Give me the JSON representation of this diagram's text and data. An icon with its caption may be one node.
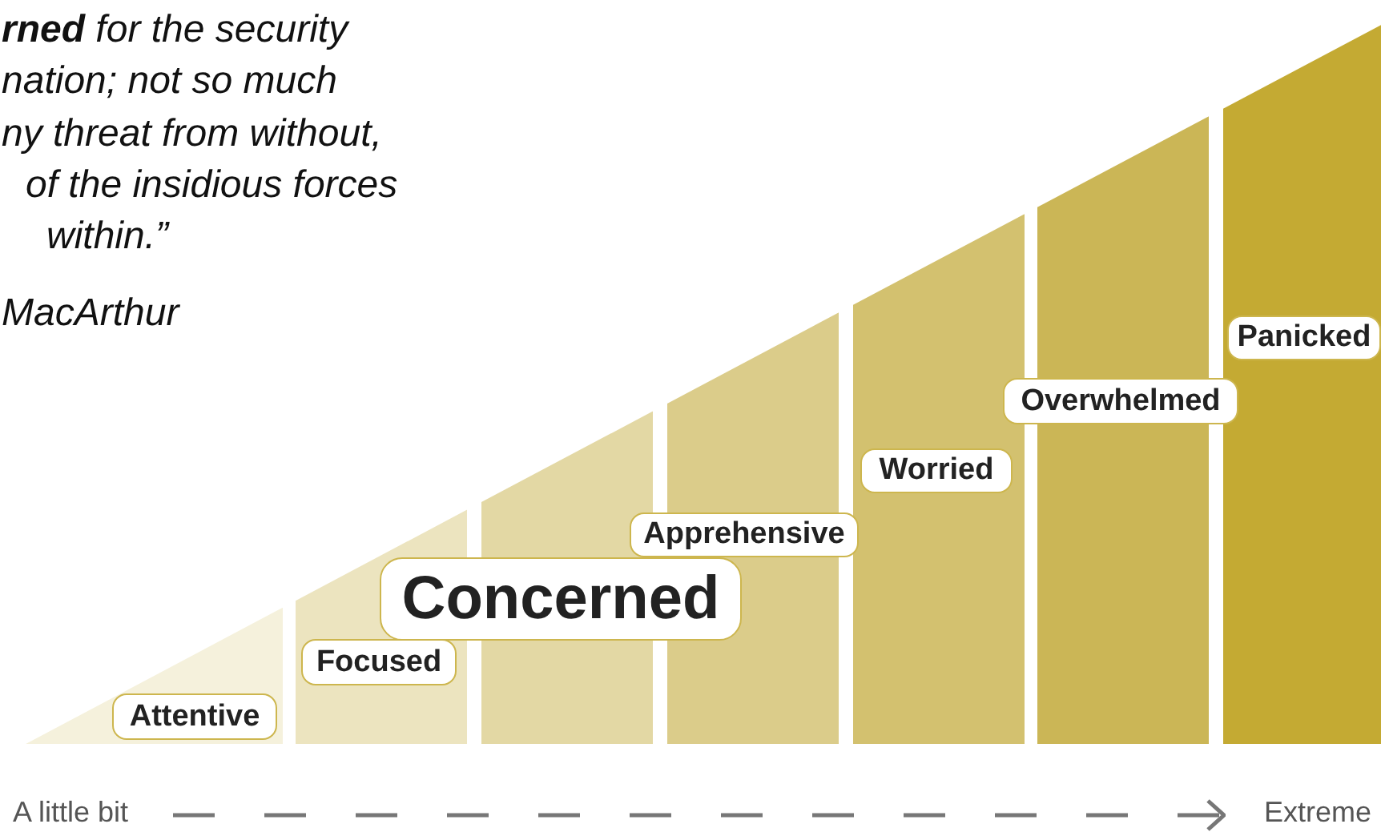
{
  "diagram": {
    "nodes": [
      {
        "text": [
          "Attentive"
        ]
      },
      {
        "text": [
          "Focused"
        ]
      },
      {
        "text": [
          "Concerned"
        ]
      },
      {
        "text": [
          "Apprehensive"
        ]
      },
      {
        "text": [
          "Worried"
        ]
      },
      {
        "text": [
          "Overwhelmed"
        ]
      },
      {
        "text": [
          "Panicked"
        ]
      },
      {
        "text": [
          "A little bit"
        ]
      },
      {
        "text": [
          "Extreme"
        ]
      }
    ],
    "edges": [
      {
        "from": 7,
        "to": 8,
        "arrow": "to",
        "style": "dashed"
      }
    ],
    "labels": [
      "**rned** for the security",
      "nation; not so much",
      "ny threat from without,",
      "of the insidious forces",
      "within.”",
      "MacArthur"
    ]
  }
}
